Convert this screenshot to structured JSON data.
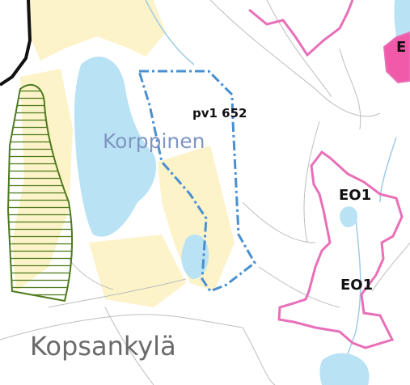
{
  "map": {
    "colors": {
      "background": "#ffffff",
      "water": "#b9e3f5",
      "field": "#fdf3c9",
      "stream": "#9fcbe6",
      "contour": "#bdbdbd",
      "zone_pink": "#e86fb8",
      "zone_pink_fill": "#f05aa8",
      "hatch_green": "#4e7a1e",
      "plan_boundary": "#4a8fd0",
      "road": "#111111"
    },
    "labels": {
      "plan_area": "pv1 652",
      "lake": "Korppinen",
      "zone_1": "EO1",
      "zone_2": "EO1",
      "zone_edge": "E",
      "village": "Kopsankylä"
    }
  }
}
